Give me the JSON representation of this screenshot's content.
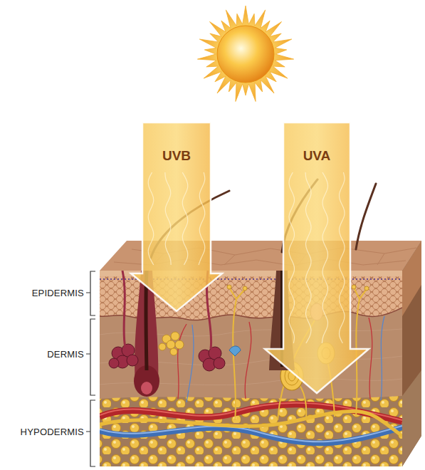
{
  "diagram": {
    "nodes": [
      {
        "text": [
          "UVB"
        ]
      },
      {
        "text": [
          "UVA"
        ]
      }
    ],
    "labels": [
      "EPIDERMIS",
      "DERMIS",
      "HYPODERMIS"
    ]
  }
}
